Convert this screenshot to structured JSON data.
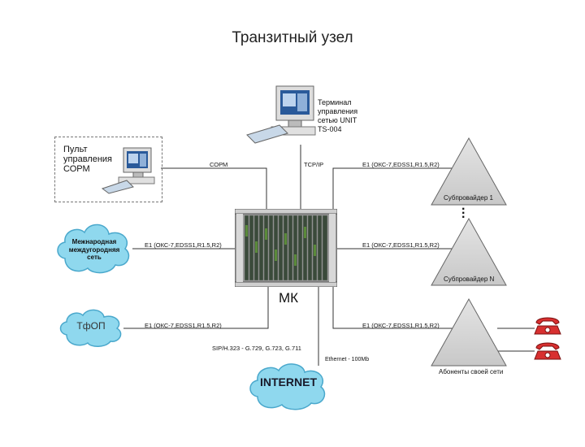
{
  "title": "Транзитный узел",
  "center_label": "МК",
  "sorm_console": {
    "label_line1": "Пульт",
    "label_line2": "управления",
    "label_line3": "СОРМ"
  },
  "terminal": {
    "line1": "Терминал",
    "line2": "управления",
    "line3": "сетью UNIT",
    "line4": "TS-004"
  },
  "links": {
    "sorm": "СОРМ",
    "tcpip": "TCP/IP",
    "intl": "E1  (ОКС-7,EDSS1,R1.5,R2)",
    "tfop": "E1  (ОКС-7,EDSS1,R1.5,R2)",
    "sub1": "E1  (ОКС-7,EDSS1,R1.5,R2)",
    "subN": "E1  (ОКС-7,EDSS1,R1.5,R2)",
    "own": "E1  (ОКС-7,EDSS1,R1.5,R2)",
    "sip": "SIP/H.323 - G.729, G.723, G.711",
    "ethernet": "Ethernet - 100Mb"
  },
  "clouds": {
    "intl_line1": "Межнародная",
    "intl_line2": "междугородняя",
    "intl_line3": "сеть",
    "tfop": "ТфОП",
    "internet": "INTERNET"
  },
  "triangles": {
    "sub1": "Субпровайдер 1",
    "subN": "Субпровайдер N",
    "own": "Абоненты своей сети"
  },
  "colors": {
    "cloud_blue": "#8fd8ee",
    "cloud_stroke": "#4aa8cc",
    "phone_red": "#d83030"
  }
}
